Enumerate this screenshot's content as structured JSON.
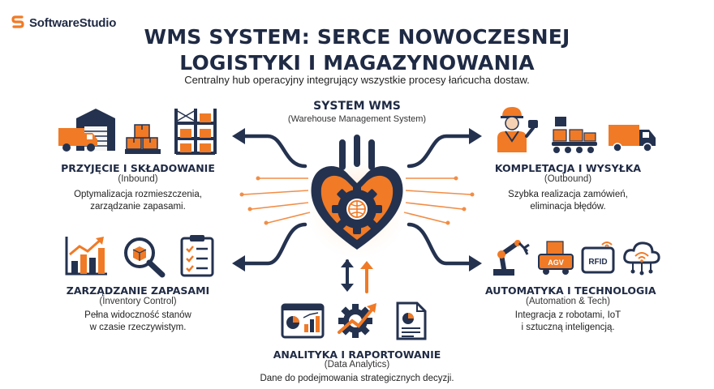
{
  "brand": {
    "name": "SoftwareStudio",
    "accent": "#f07a26",
    "navy": "#1f2a44"
  },
  "title": {
    "line1": "WMS SYSTEM: SERCE NOWOCZESNEJ",
    "line2": "LOGISTYKI I MAGAZYNOWANIA"
  },
  "subtitle": "Centralny hub operacyjny integrujący wszystkie procesy łańcucha dostaw.",
  "center": {
    "title": "SYSTEM WMS",
    "subtitle": "(Warehouse Management System)",
    "icon": "heart-gear-icon"
  },
  "sections": {
    "inbound": {
      "title": "PRZYJĘCIE I SKŁADOWANIE",
      "subtitle": "(Inbound)",
      "desc1": "Optymalizacja rozmieszczenia,",
      "desc2": "zarządzanie zapasami.",
      "icons": [
        "warehouse-truck-icon",
        "pallet-boxes-icon",
        "storage-rack-icon"
      ]
    },
    "outbound": {
      "title": "KOMPLETACJA I WYSYŁKA",
      "subtitle": "(Outbound)",
      "desc1": "Szybka realizacja zamówień,",
      "desc2": "eliminacja błędów.",
      "icons": [
        "worker-scanner-icon",
        "conveyor-icon",
        "delivery-truck-icon"
      ]
    },
    "inventory": {
      "title": "ZARZĄDZANIE ZAPASAMI",
      "subtitle": "(Inventory Control)",
      "desc1": "Pełna widoczność stanów",
      "desc2": "w czasie rzeczywistym.",
      "icons": [
        "bar-chart-icon",
        "magnifier-box-icon",
        "clipboard-checklist-icon"
      ]
    },
    "automation": {
      "title": "AUTOMATYKA I TECHNOLOGIA",
      "subtitle": "(Automation & Tech)",
      "desc1": "Integracja z robotami, IoT",
      "desc2": "i sztuczną inteligencją.",
      "icons": [
        "robot-arm-icon",
        "agv-robot-icon",
        "rfid-tag-icon",
        "cloud-iot-icon"
      ],
      "agv_label": "AGV",
      "rfid_label": "RFID"
    },
    "analytics": {
      "title": "ANALITYKA I RAPORTOWANIE",
      "subtitle": "(Data Analytics)",
      "desc1": "Dane do podejmowania strategicznych decyzji.",
      "icons": [
        "dashboard-icon",
        "gear-trend-icon",
        "report-pie-icon"
      ]
    }
  }
}
